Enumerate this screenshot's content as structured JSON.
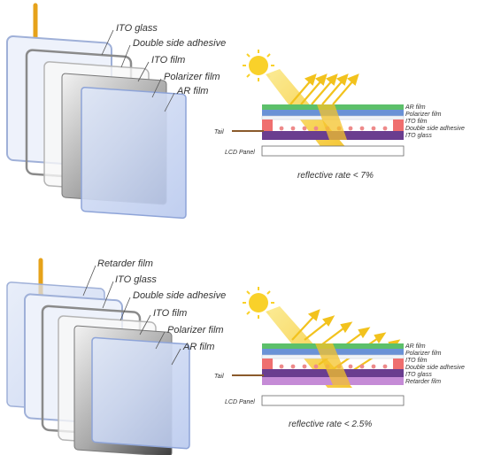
{
  "top": {
    "exploded_labels": [
      "ITO glass",
      "Double side adhesive",
      "ITO film",
      "Polarizer film",
      "AR film"
    ],
    "stack_labels": [
      "AR film",
      "Polarizer film",
      "ITO film",
      "Double side adhesive",
      "ITO glass"
    ],
    "tail_label": "Tail",
    "lcd_label": "LCD Panel",
    "caption": "reflective rate < 7%"
  },
  "bottom": {
    "exploded_labels": [
      "Retarder film",
      "ITO glass",
      "Double side adhesive",
      "ITO film",
      "Polarizer film",
      "AR film"
    ],
    "stack_labels": [
      "AR film",
      "Polarizer film",
      "ITO film",
      "Double side adhesive",
      "ITO glass",
      "Retarder film"
    ],
    "tail_label": "Tail",
    "lcd_label": "LCD Panel",
    "caption": "reflective rate < 2.5%"
  },
  "colors": {
    "ar_film": "#5cc06a",
    "polarizer_film": "#6a92d6",
    "ito_film": "#f0f4f8",
    "adhesive": "#ef6f6f",
    "ito_glass": "#6a3d8f",
    "retarder_film": "#c58bd6",
    "sun": "#f9d12a",
    "ray": "#f2c21d",
    "tail": "#e6a21a"
  }
}
